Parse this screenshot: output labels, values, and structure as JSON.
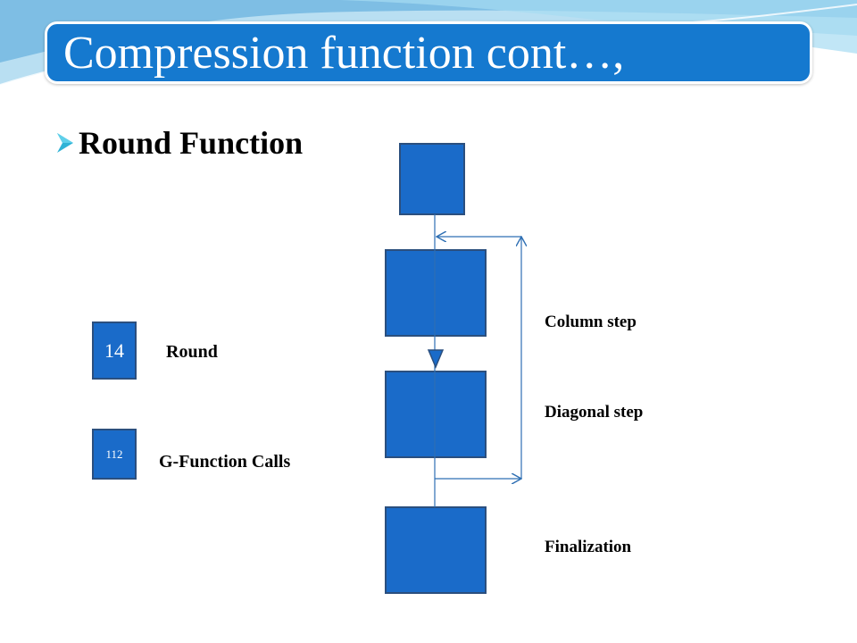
{
  "slide": {
    "title": "Compression function cont…,",
    "bullet": "Round Function"
  },
  "stats": [
    {
      "value": "14",
      "label": "Round"
    },
    {
      "value": "112",
      "label": "G-Function Calls"
    }
  ],
  "diagram": {
    "labels": {
      "column_step": "Column step",
      "diagonal_step": "Diagonal step",
      "finalization": "Finalization"
    }
  },
  "colors": {
    "title_bar": "#1579cf",
    "box_fill": "#1a6bc9",
    "box_border": "#2b4f7e",
    "line": "#2e6fb3"
  }
}
